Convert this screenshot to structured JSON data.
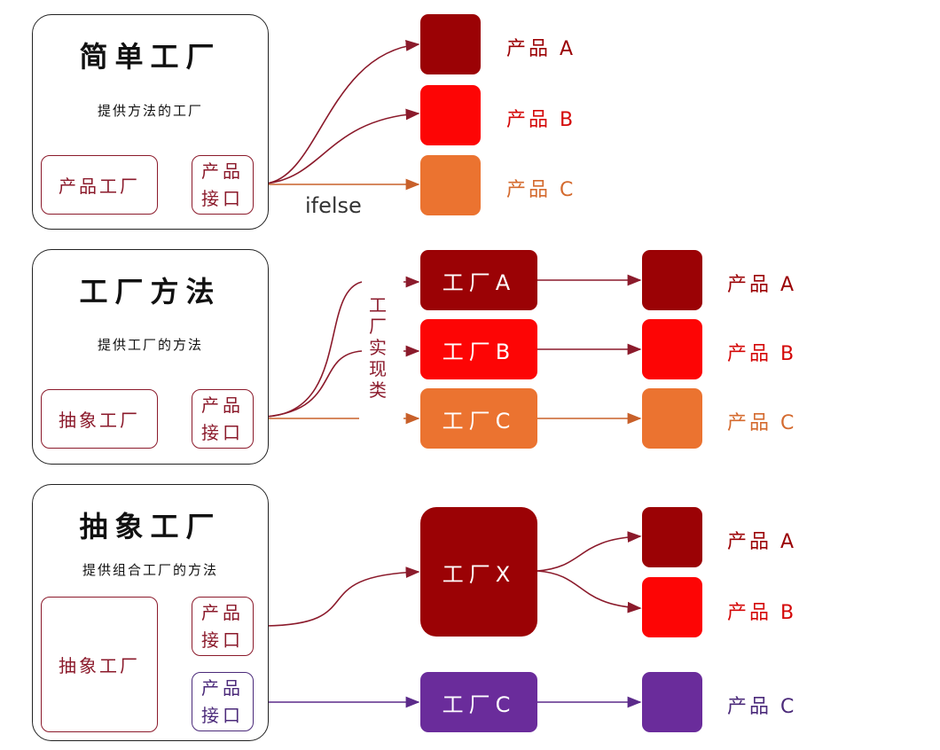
{
  "colors": {
    "dark_red": "#9b0205",
    "red": "#fd0505",
    "orange": "#eb7330",
    "purple": "#6a2c9b",
    "label_red": "#8b1a2b"
  },
  "simple_factory": {
    "title": "简单工厂",
    "subtitle": "提供方法的工厂",
    "factory_box": "产品工厂",
    "interface_line1": "产品",
    "interface_line2": "接口",
    "branch_label": "ifelse",
    "products": [
      "产品 A",
      "产品 B",
      "产品 C"
    ]
  },
  "factory_method": {
    "title": "工厂方法",
    "subtitle": "提供工厂的方法",
    "factory_box": "抽象工厂",
    "interface_line1": "产品",
    "interface_line2": "接口",
    "impl_label": "工厂实现类",
    "factories": [
      "工厂A",
      "工厂B",
      "工厂C"
    ],
    "products": [
      "产品 A",
      "产品 B",
      "产品 C"
    ]
  },
  "abstract_factory": {
    "title": "抽象工厂",
    "subtitle": "提供组合工厂的方法",
    "factory_box": "抽象工厂",
    "interface1_line1": "产品",
    "interface1_line2": "接口",
    "interface2_line1": "产品",
    "interface2_line2": "接口",
    "factory_x": "工厂X",
    "factory_c": "工厂C",
    "products": [
      "产品 A",
      "产品 B",
      "产品 C"
    ]
  }
}
